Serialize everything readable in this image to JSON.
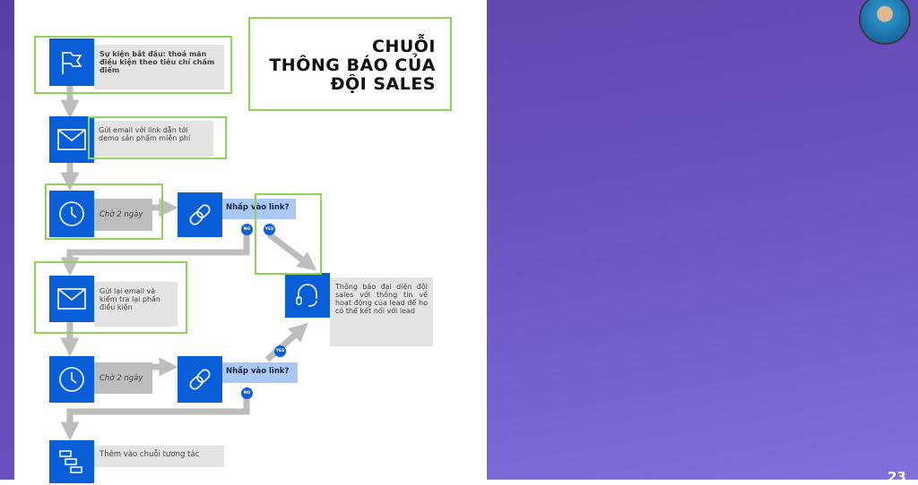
{
  "title": {
    "line1": "CHUỖI",
    "line2": "THÔNG BÁO CỦA",
    "line3": "ĐỘI SALES"
  },
  "steps": {
    "start": "Sự kiện bắt đầu: thoả mãn điều kiện theo tiêu chí chấm điểm",
    "email1": "Gửi email với link dẫn tới demo sản phẩm miễn phí",
    "wait1": "Chờ 2 ngày",
    "click1": "Nhấp vào link?",
    "email2": "Gửi lại email và kiểm tra lại phần điều kiện",
    "notify": "Thông báo đại diện đội sales với thông tin về hoạt động của lead để họ có thể kết nối với lead",
    "wait2": "Chờ 2 ngày",
    "click2": "Nhấp vào link?",
    "nurture": "Thêm vào chuỗi tương tác"
  },
  "badges": {
    "no": "NO",
    "yes": "YES"
  },
  "page_number": "23",
  "colors": {
    "icon_blue": "#0a5fd8",
    "highlight_green": "#8fd35a",
    "purple": "#6d57c4"
  }
}
